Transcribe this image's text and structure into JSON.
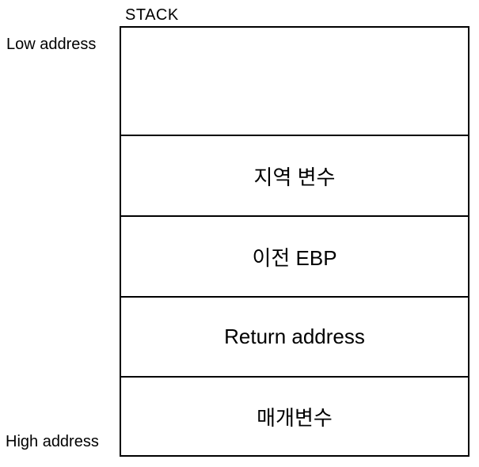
{
  "diagram": {
    "title": "STACK",
    "side_labels": {
      "top": "Low address",
      "bottom": "High address"
    },
    "stack_sections": [
      {
        "label": ""
      },
      {
        "label": "지역 변수"
      },
      {
        "label": "이전 EBP"
      },
      {
        "label": "Return address"
      },
      {
        "label": "매개변수"
      }
    ]
  }
}
